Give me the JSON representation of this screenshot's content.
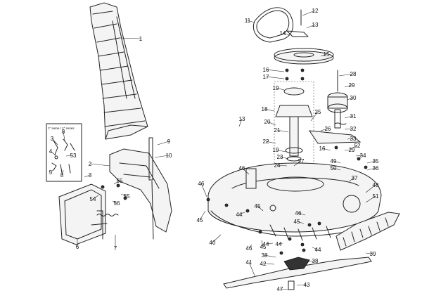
{
  "diagram": {
    "inset_heading": "1\" same / 1\" series",
    "callouts": [
      {
        "label": "1"
      },
      {
        "label": "2"
      },
      {
        "label": "3"
      },
      {
        "label": "3"
      },
      {
        "label": "4"
      },
      {
        "label": "5"
      },
      {
        "label": "6"
      },
      {
        "label": "7"
      },
      {
        "label": "8"
      },
      {
        "label": "8"
      },
      {
        "label": "9"
      },
      {
        "label": "10"
      },
      {
        "label": "11"
      },
      {
        "label": "12"
      },
      {
        "label": "13"
      },
      {
        "label": "13"
      },
      {
        "label": "14"
      },
      {
        "label": "15"
      },
      {
        "label": "16"
      },
      {
        "label": "16"
      },
      {
        "label": "17"
      },
      {
        "label": "18"
      },
      {
        "label": "19"
      },
      {
        "label": "19"
      },
      {
        "label": "20"
      },
      {
        "label": "21"
      },
      {
        "label": "22"
      },
      {
        "label": "23"
      },
      {
        "label": "24"
      },
      {
        "label": "25"
      },
      {
        "label": "26"
      },
      {
        "label": "27"
      },
      {
        "label": "28"
      },
      {
        "label": "29"
      },
      {
        "label": "29"
      },
      {
        "label": "30"
      },
      {
        "label": "31"
      },
      {
        "label": "32"
      },
      {
        "label": "33"
      },
      {
        "label": "34"
      },
      {
        "label": "35"
      },
      {
        "label": "36"
      },
      {
        "label": "37"
      },
      {
        "label": "38"
      },
      {
        "label": "38"
      },
      {
        "label": "39"
      },
      {
        "label": "40"
      },
      {
        "label": "41"
      },
      {
        "label": "42"
      },
      {
        "label": "43"
      },
      {
        "label": "44"
      },
      {
        "label": "44"
      },
      {
        "label": "44"
      },
      {
        "label": "44"
      },
      {
        "label": "45"
      },
      {
        "label": "45"
      },
      {
        "label": "45"
      },
      {
        "label": "45"
      },
      {
        "label": "46"
      },
      {
        "label": "46"
      },
      {
        "label": "46"
      },
      {
        "label": "46"
      },
      {
        "label": "47"
      },
      {
        "label": "48"
      },
      {
        "label": "49"
      },
      {
        "label": "50"
      },
      {
        "label": "51"
      },
      {
        "label": "52"
      },
      {
        "label": "53"
      },
      {
        "label": "54"
      },
      {
        "label": "55"
      },
      {
        "label": "55"
      },
      {
        "label": "56"
      }
    ]
  }
}
